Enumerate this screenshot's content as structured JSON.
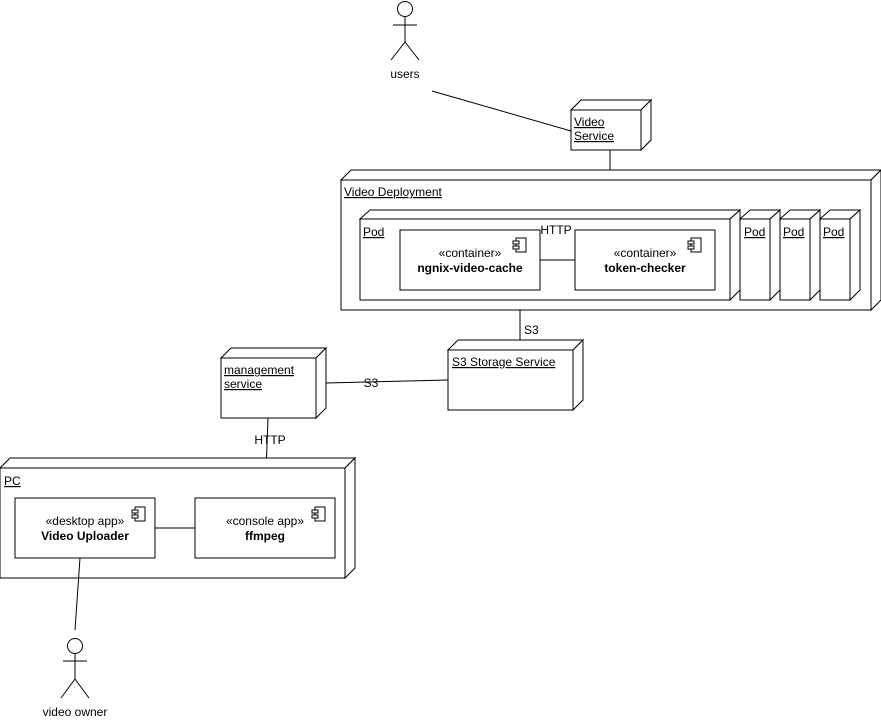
{
  "actors": {
    "users": "users",
    "video_owner": "video owner"
  },
  "nodes": {
    "video_service": [
      "Video",
      "Service"
    ],
    "video_deployment": "Video Deployment",
    "pod_main": "Pod",
    "pod_2": "Pod",
    "pod_3": "Pod",
    "pod_4": "Pod",
    "s3_storage": "S3 Storage Service",
    "management_service": [
      "management",
      "service"
    ],
    "pc": "PC"
  },
  "components": {
    "ngnix": {
      "stereotype": "«container»",
      "name": "ngnix-video-cache"
    },
    "token_checker": {
      "stereotype": "«container»",
      "name": "token-checker"
    },
    "video_uploader": {
      "stereotype": "«desktop app»",
      "name": "Video Uploader"
    },
    "ffmpeg": {
      "stereotype": "«console app»",
      "name": "ffmpeg"
    }
  },
  "edge_labels": {
    "pod_http": "HTTP",
    "deployment_s3": "S3",
    "management_s3": "S3",
    "management_http": "HTTP"
  }
}
